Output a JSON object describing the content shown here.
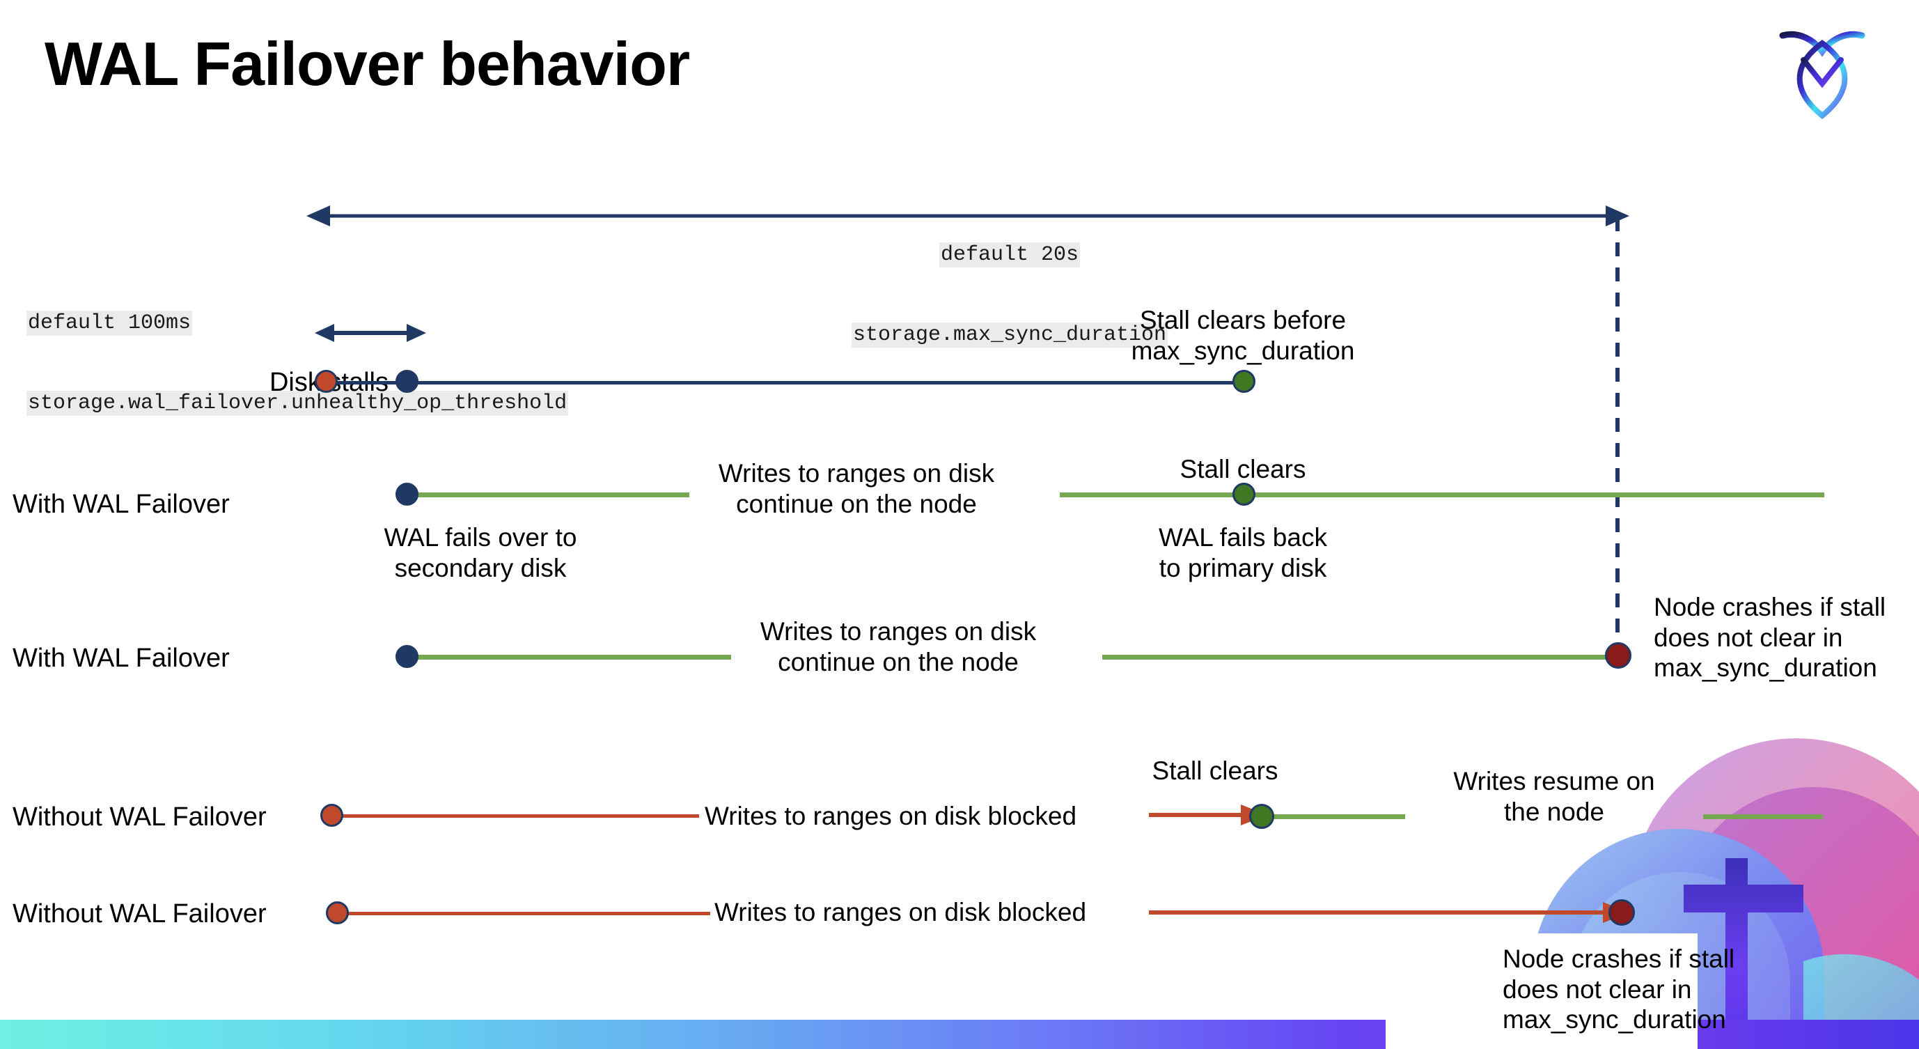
{
  "slide": {
    "title": "WAL Failover behavior",
    "logo_name": "cockroachdb-logo"
  },
  "annotations": {
    "max_sync": {
      "line1": "default 20s",
      "line2": "storage.max_sync_duration"
    },
    "unhealthy_op": {
      "line1": "default 100ms",
      "line2": "storage.wal_failover.unhealthy_op_threshold"
    }
  },
  "rows": [
    {
      "label": "Disk stalls",
      "callouts": [
        {
          "name": "stall-clears-before",
          "text": "Stall clears before\nmax_sync_duration"
        }
      ]
    },
    {
      "label": "With WAL Failover",
      "callouts": [
        {
          "name": "writes-continue",
          "text": "Writes to ranges on disk\ncontinue on the node"
        },
        {
          "name": "stall-clears",
          "text": "Stall clears"
        },
        {
          "name": "wal-fails-over",
          "text": "WAL fails over to\nsecondary disk"
        },
        {
          "name": "wal-fails-back",
          "text": "WAL fails  back\nto primary disk"
        }
      ]
    },
    {
      "label": "With WAL Failover",
      "callouts": [
        {
          "name": "writes-continue",
          "text": "Writes to ranges on disk\ncontinue on the node"
        },
        {
          "name": "node-crashes",
          "text": "Node crashes if stall\ndoes not clear in\nmax_sync_duration"
        }
      ]
    },
    {
      "label": "Without WAL Failover",
      "callouts": [
        {
          "name": "writes-blocked",
          "text": "Writes to ranges on disk  blocked"
        },
        {
          "name": "stall-clears",
          "text": "Stall clears"
        },
        {
          "name": "writes-resume",
          "text": "Writes resume on\nthe node"
        }
      ]
    },
    {
      "label": "Without WAL Failover",
      "callouts": [
        {
          "name": "writes-blocked",
          "text": "Writes to ranges on disk  blocked"
        },
        {
          "name": "node-crashes",
          "text": "Node crashes if stall\ndoes not clear in\nmax_sync_duration"
        }
      ]
    }
  ],
  "colors": {
    "navy": "#1f3864",
    "green_line": "#76a852",
    "green_dot": "#3f7722",
    "red_line": "#c0492b",
    "red_dot": "#c0492b",
    "dark_red_dot": "#8b1a1a",
    "code_bg": "#ebebeb"
  }
}
